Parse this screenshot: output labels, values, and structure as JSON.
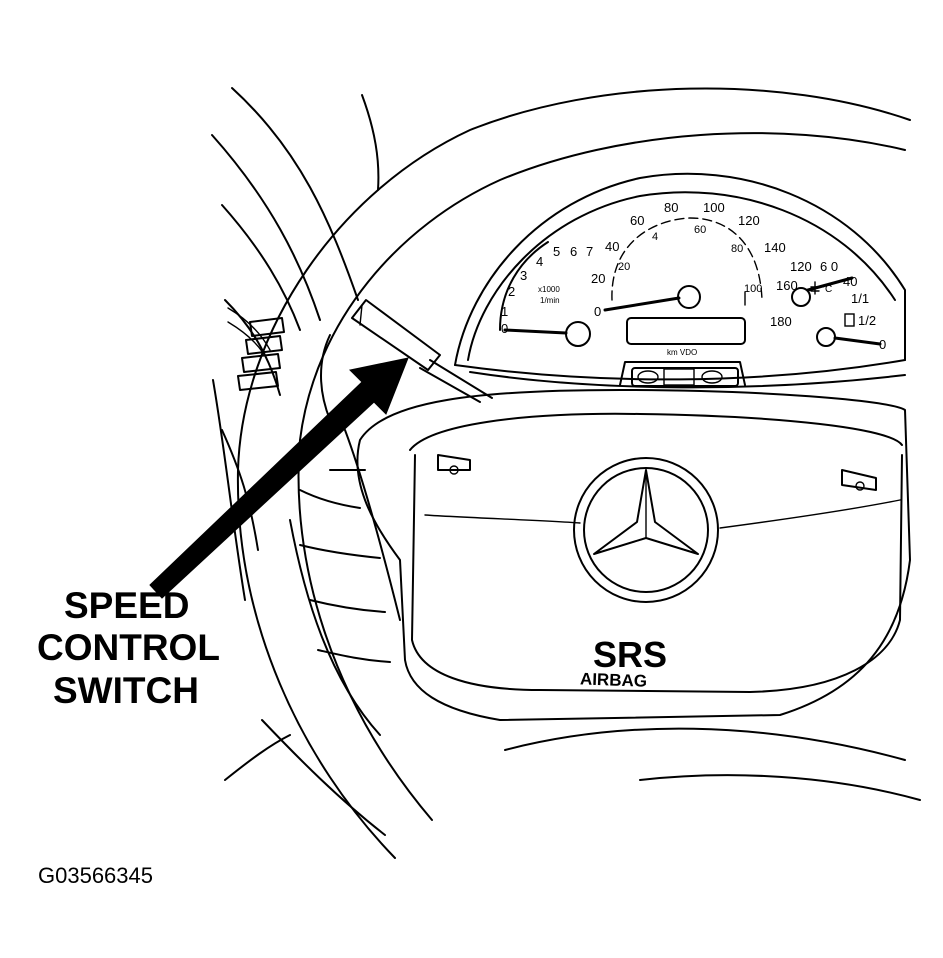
{
  "callout": {
    "line1": "SPEED",
    "line2": "CONTROL",
    "line3": "SWITCH"
  },
  "airbag": {
    "title": "SRS",
    "subtitle": "AIRBAG"
  },
  "figure_id": "G03566345",
  "cluster": {
    "tacho_labels": [
      "0",
      "1",
      "2",
      "3",
      "4",
      "5",
      "6",
      "7"
    ],
    "tacho_unit_top": "x1000",
    "tacho_unit_bottom": "1/min",
    "speedo_outer_labels": [
      "0",
      "20",
      "40",
      "60",
      "80",
      "100",
      "120",
      "140",
      "160",
      "180"
    ],
    "speedo_inner_labels": [
      "20",
      "4",
      "60",
      "80",
      "100"
    ],
    "speedo_brand": "km  VDO",
    "temp_labels": [
      "120",
      "6 0",
      "40"
    ],
    "temp_unit": "°C",
    "fuel_labels": [
      "1/1",
      "1/2",
      "0"
    ]
  },
  "colors": {
    "line": "#000000",
    "background": "#ffffff"
  },
  "icons": [
    "horn-icon",
    "mercedes-star-logo",
    "arrow-icon"
  ]
}
